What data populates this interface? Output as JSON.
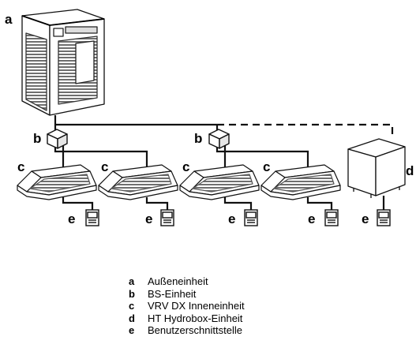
{
  "diagram": {
    "callouts": {
      "outdoor": "a",
      "bs1": "b",
      "bs2": "b",
      "indoor1": "c",
      "indoor2": "c",
      "indoor3": "c",
      "indoor4": "c",
      "hydrobox": "d",
      "ui1": "e",
      "ui2": "e",
      "ui3": "e",
      "ui4": "e",
      "ui5": "e"
    }
  },
  "legend": [
    {
      "key": "a",
      "text": "Außeneinheit"
    },
    {
      "key": "b",
      "text": "BS-Einheit"
    },
    {
      "key": "c",
      "text": "VRV DX Inneneinheit"
    },
    {
      "key": "d",
      "text": "HT Hydrobox-Einheit"
    },
    {
      "key": "e",
      "text": "Benutzerschnittstelle"
    }
  ]
}
